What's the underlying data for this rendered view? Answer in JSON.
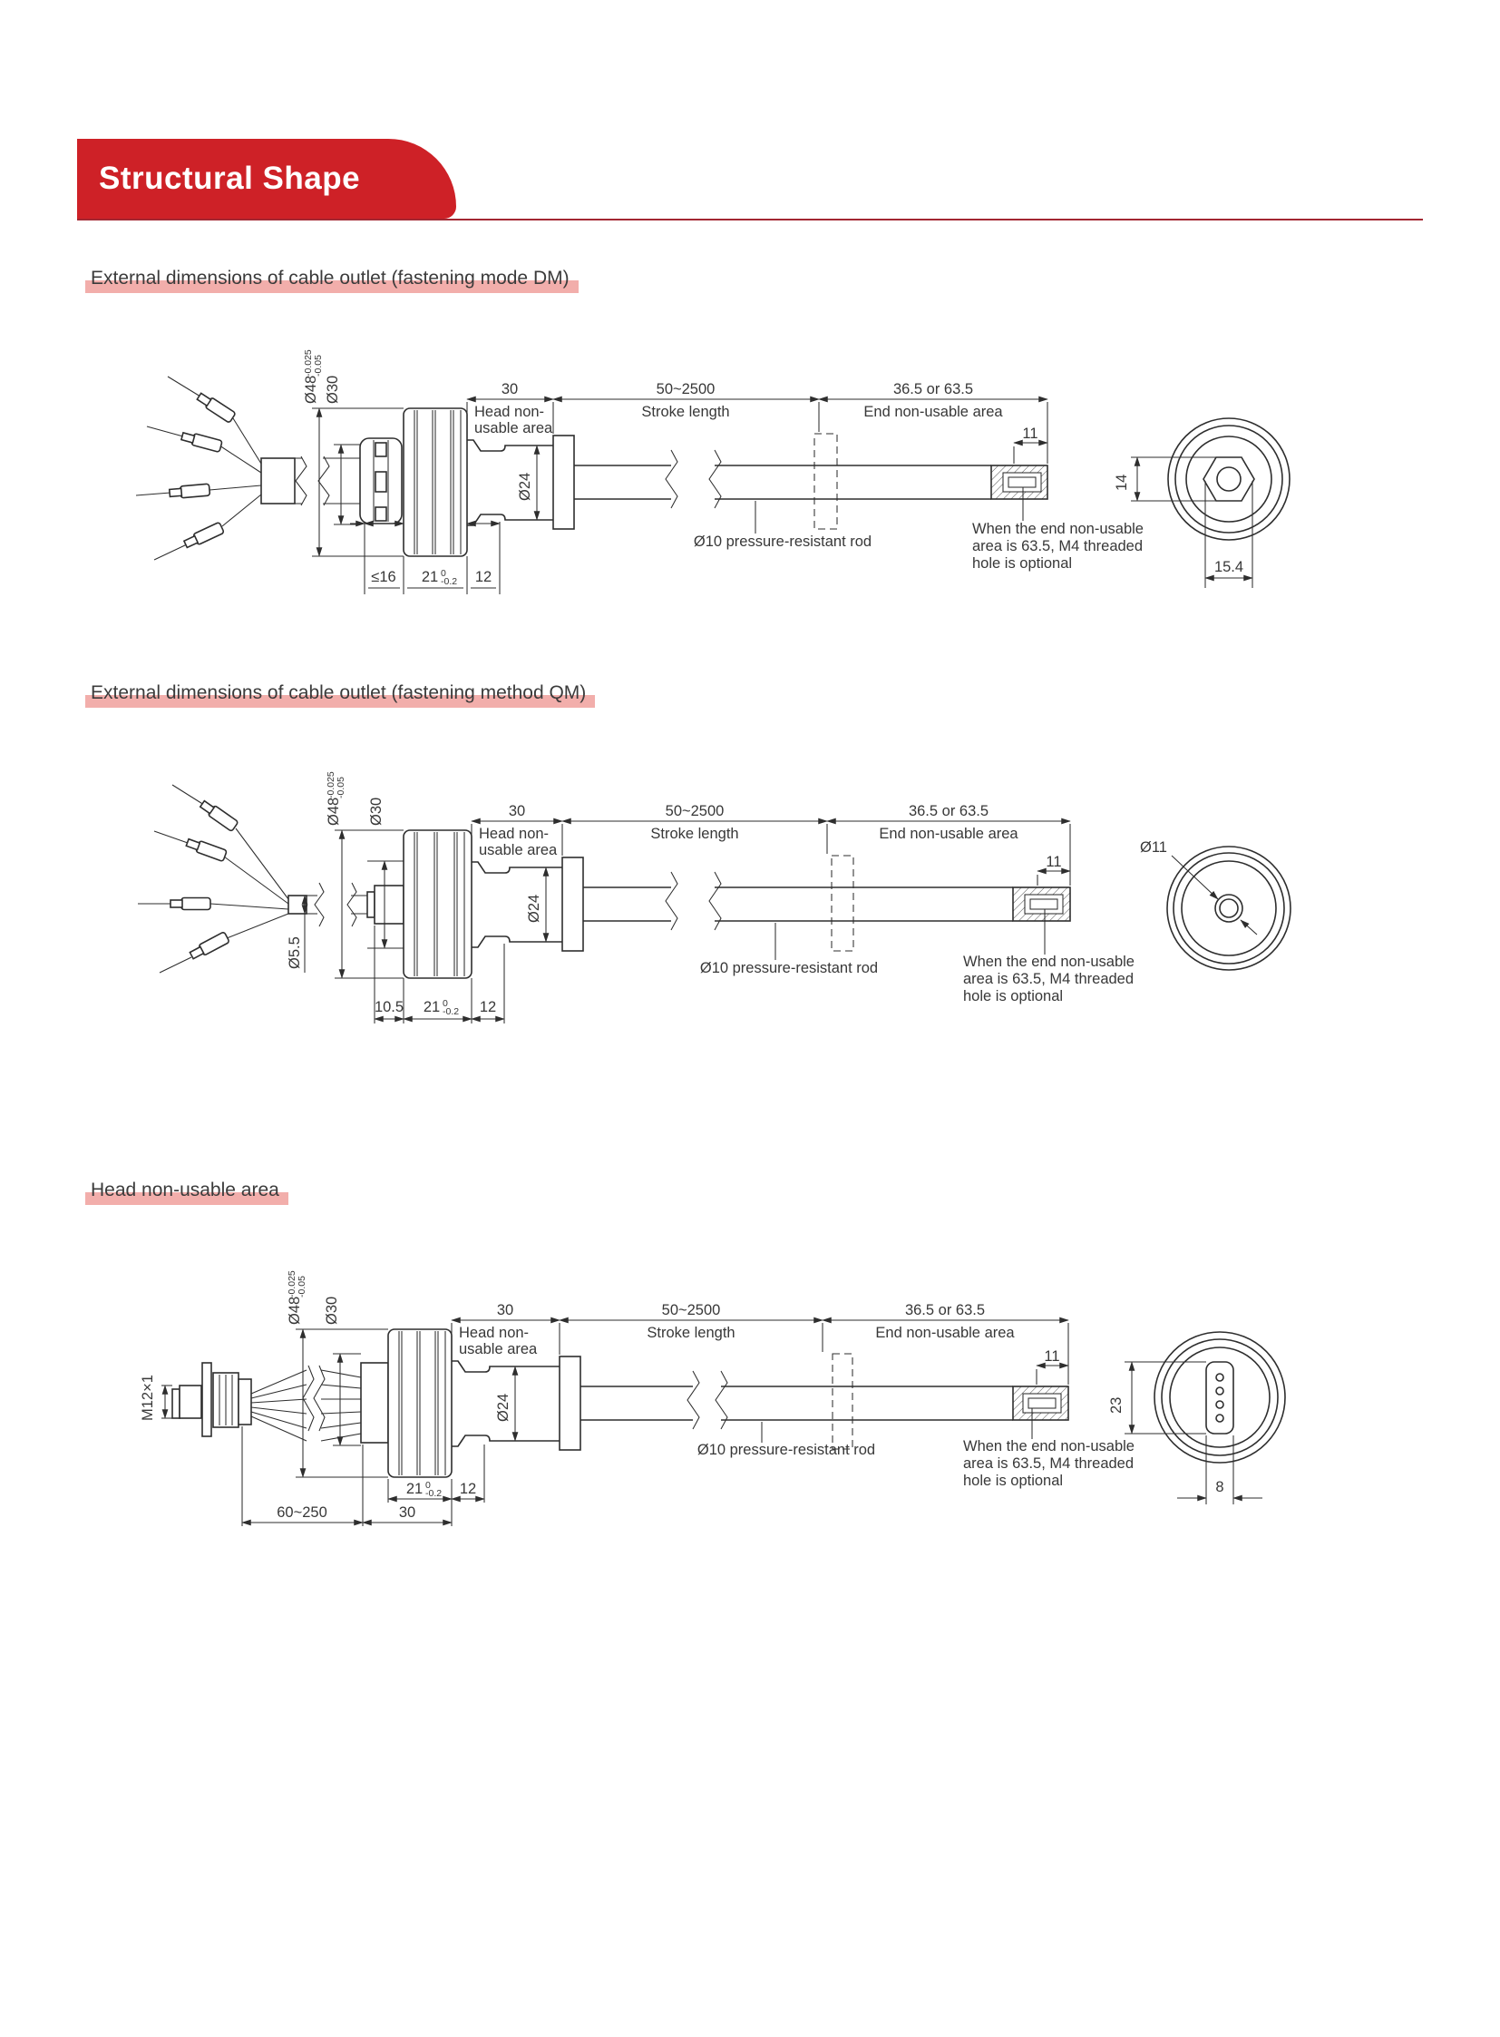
{
  "header": {
    "title": "Structural Shape"
  },
  "sections": {
    "dm": {
      "title": "External dimensions of cable outlet (fastening mode DM)"
    },
    "qm": {
      "title": "External dimensions of cable outlet (fastening method QM)"
    },
    "head": {
      "title": "Head non-usable area"
    }
  },
  "colors": {
    "banner_red": "#ce2127",
    "rule_red": "#a32732",
    "highlight_pink": "#f2aeab",
    "ink": "#2e2e2e"
  },
  "dims": {
    "dia48": "Ø48",
    "dia48_tol_upper": "-0.025",
    "dia48_tol_lower": "-0.05",
    "dia30": "Ø30",
    "dia24": "Ø24",
    "dia10_rod": "Ø10 pressure-resistant rod",
    "dia5_5": "Ø5.5",
    "dia11": "Ø11",
    "m12_thread": "M12×1",
    "head_length": "30",
    "stroke_length": "50~2500",
    "end_length": "36.5 or 63.5",
    "end_tip": "11",
    "dm_gland_max": "≤16",
    "band21": "21",
    "band21_tol_upper": "0",
    "band21_tol_lower": "-0.2",
    "band12": "12",
    "qm_boss": "10.5",
    "cable_length": "60~250",
    "head_total": "30",
    "dm_nut_flat": "14",
    "dm_nut_across": "15.4",
    "conn_slot_h": "23",
    "conn_slot_w": "8"
  },
  "captions": {
    "head_area_1": "Head non-",
    "head_area_2": "usable area",
    "stroke": "Stroke length",
    "end_area": "End non-usable area",
    "note_1": "When the end non-usable",
    "note_2": "area is 63.5, M4 threaded",
    "note_3": "hole is optional"
  }
}
